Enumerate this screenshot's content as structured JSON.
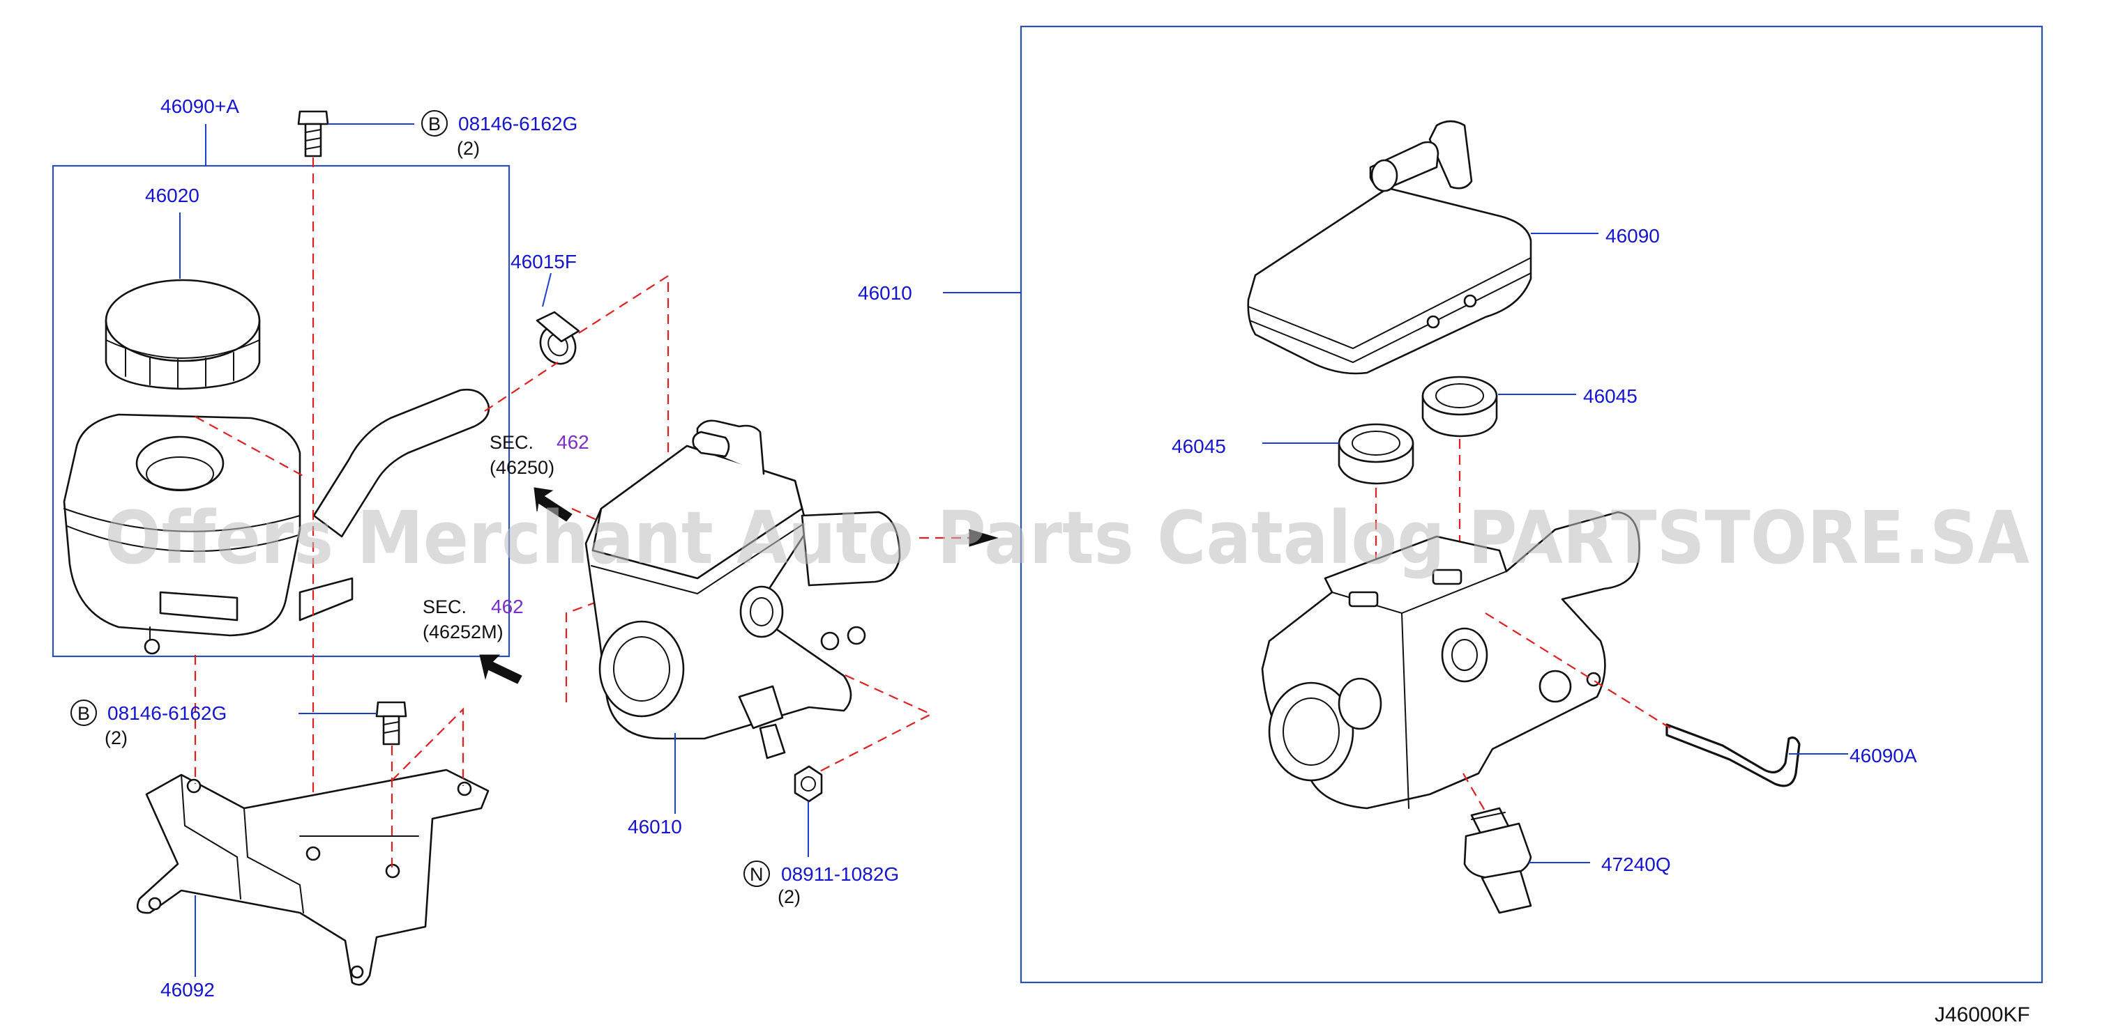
{
  "diagram": {
    "parts": {
      "p46090A_plus": "46090+A",
      "p46020": "46020",
      "p46015F": "46015F",
      "p46010_left": "46010",
      "p46010_right": "46010",
      "p46092": "46092",
      "p46090": "46090",
      "p46045_right": "46045",
      "p46045_left": "46045",
      "p46090A": "46090A",
      "p47240Q": "47240Q"
    },
    "bolts": {
      "top": {
        "letter": "B",
        "part": "08146-6162G",
        "qty": "(2)"
      },
      "mid": {
        "letter": "B",
        "part": "08146-6162G",
        "qty": "(2)"
      },
      "nut": {
        "letter": "N",
        "part": "08911-1082G",
        "qty": "(2)"
      }
    },
    "sections": {
      "sec1": {
        "label": "SEC.",
        "num": "462",
        "ref": "(46250)"
      },
      "sec2": {
        "label": "SEC.",
        "num": "462",
        "ref": "(46252M)"
      }
    },
    "drawing_code": "J46000KF",
    "watermark": "Offers Merchant Auto Parts Catalog PARTSTORE.SA",
    "colors": {
      "part_number": "#1515d0",
      "leader": "#1a3fd0",
      "dashed": "#e02020",
      "section": "#7a2fc9",
      "watermark": "#bdbdbd"
    }
  }
}
